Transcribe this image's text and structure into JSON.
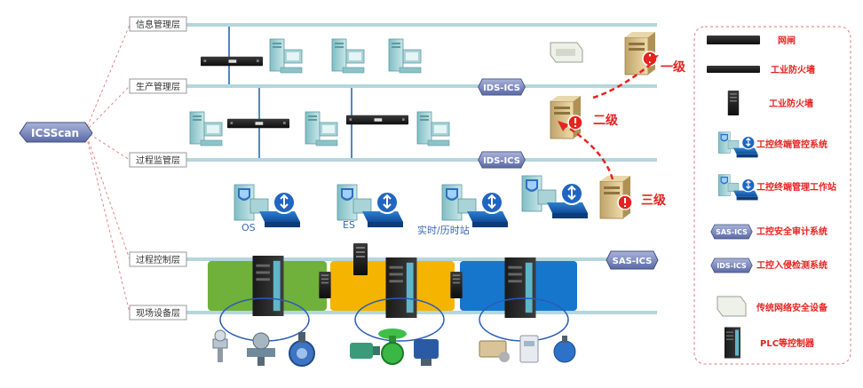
{
  "hub": {
    "label": "ICSScan"
  },
  "layers": [
    {
      "label": "信息管理层"
    },
    {
      "label": "生产管理层"
    },
    {
      "label": "过程监管层"
    },
    {
      "label": "过程控制层"
    },
    {
      "label": "现场设备层"
    }
  ],
  "badges": {
    "ids_top": "IDS-ICS",
    "ids_mid": "IDS-ICS",
    "sas": "SAS-ICS"
  },
  "stations": {
    "os": "OS",
    "es": "ES",
    "historian": "实时/历时站"
  },
  "levels": {
    "level1": "一级",
    "level2": "二级",
    "level3": "三级"
  },
  "legend": [
    {
      "label": "网闸",
      "icon": "gateway-icon"
    },
    {
      "label": "工业防火墙",
      "icon": "firewall-rack-icon"
    },
    {
      "label": "工业防火墙",
      "icon": "firewall-tower-icon"
    },
    {
      "label": "工控终端管控系统",
      "icon": "terminal-control-icon"
    },
    {
      "label": "工控终端管理工作站",
      "icon": "terminal-workstation-icon"
    },
    {
      "label": "工控安全审计系统",
      "icon": "sas-ics-icon"
    },
    {
      "label": "工控入侵检测系统",
      "icon": "ids-ics-icon"
    },
    {
      "label": "传统网络安全设备",
      "icon": "network-security-device-icon"
    },
    {
      "label": "PLC等控制器",
      "icon": "plc-icon"
    }
  ],
  "colors": {
    "bus": "#b4d6dc",
    "zone_green": "#6fb13a",
    "zone_yellow": "#f5b400",
    "zone_blue": "#1676cc",
    "alert_red": "#e5231f",
    "legend_text": "#e5231f"
  }
}
